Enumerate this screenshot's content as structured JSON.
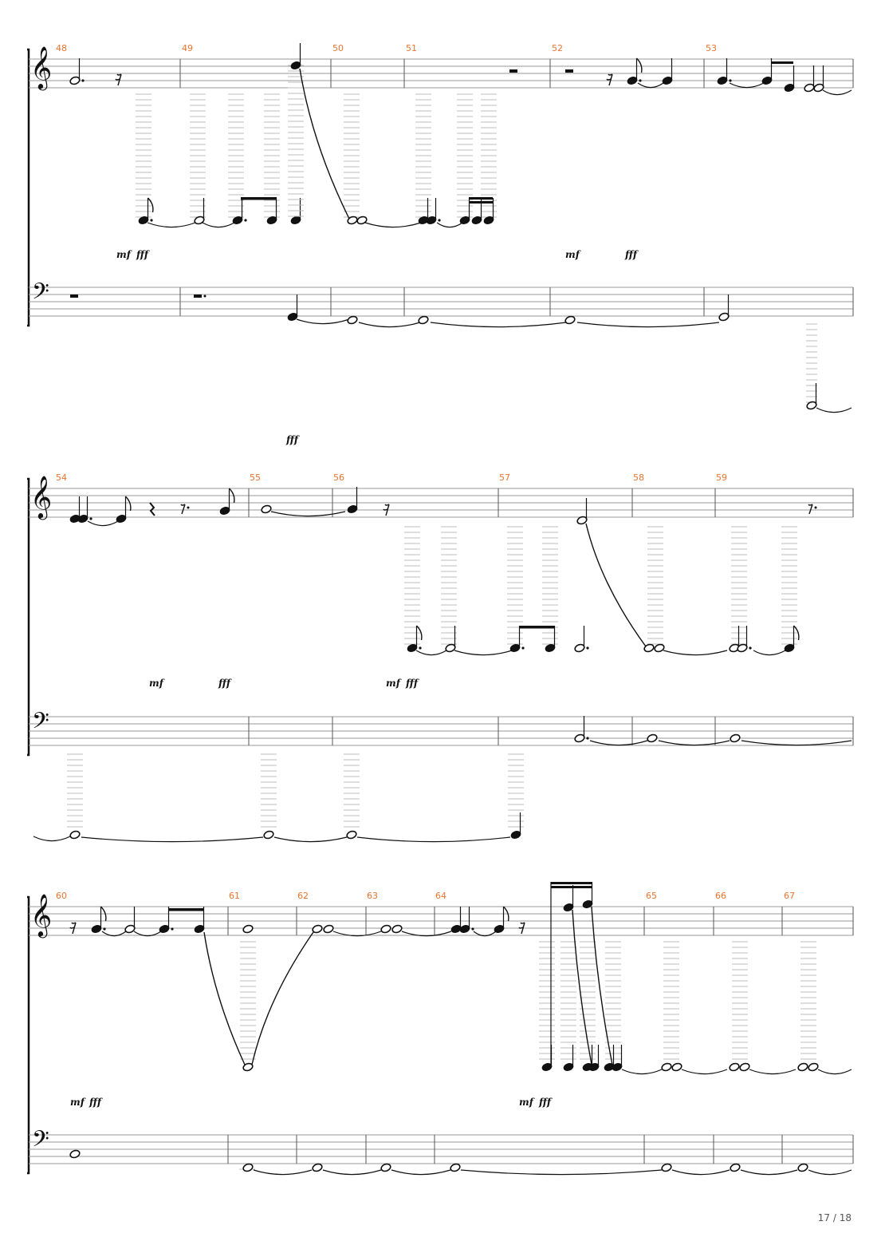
{
  "page": {
    "number_label": "17 / 18"
  },
  "colors": {
    "measure_number": "#e8742f",
    "ink": "#111111",
    "ledger": "#bdbdbd"
  },
  "systems": [
    {
      "measures": [
        "48",
        "49",
        "50",
        "51",
        "52",
        "53"
      ],
      "dynamics": [
        "mf",
        "fff",
        "mf",
        "fff",
        "fff"
      ],
      "treble_rests": [
        "sixteenth-rest",
        "half-rest",
        "half-rest",
        "sixteenth-rest"
      ],
      "bass_rests": [
        "half-rest",
        "dotted-half-rest"
      ]
    },
    {
      "measures": [
        "54",
        "55",
        "56",
        "57",
        "58",
        "59"
      ],
      "dynamics": [
        "mf",
        "fff",
        "mf",
        "fff"
      ],
      "treble_rests": [
        "quarter-rest",
        "dotted-eighth-rest",
        "sixteenth-rest",
        "dotted-eighth-rest"
      ],
      "bass_rests": []
    },
    {
      "measures": [
        "60",
        "61",
        "62",
        "63",
        "64",
        "65",
        "66",
        "67"
      ],
      "dynamics": [
        "mf",
        "fff",
        "mf",
        "fff"
      ],
      "treble_rests": [
        "sixteenth-rest",
        "sixteenth-rest"
      ],
      "bass_rests": []
    }
  ]
}
